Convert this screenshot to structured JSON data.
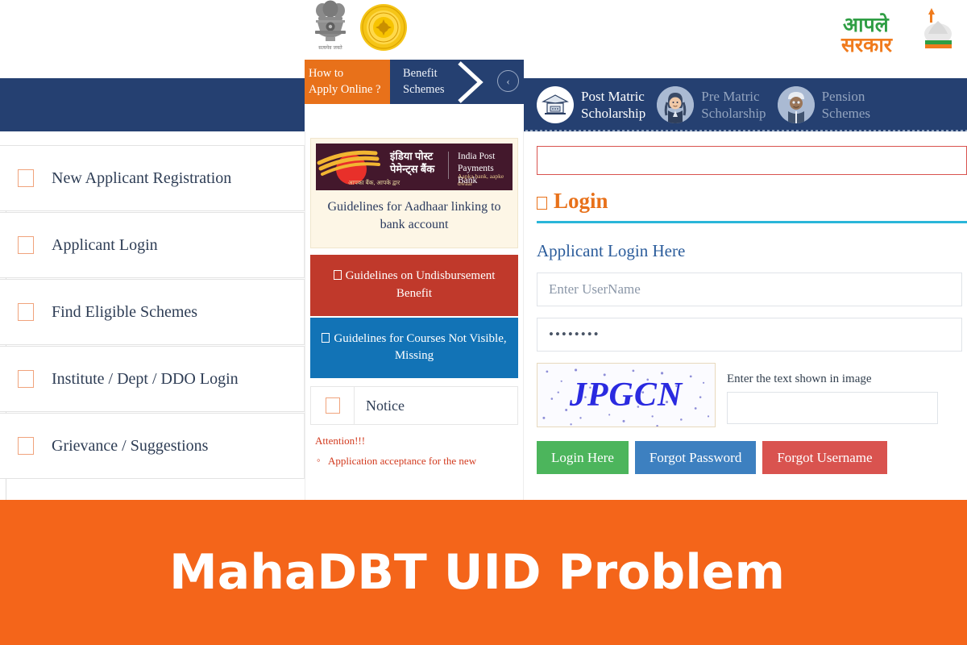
{
  "header": {
    "emblem_national": "ashoka-lion-capital-emblem",
    "emblem_state": "maharashtra-state-seal",
    "logo": {
      "line1": "आपले",
      "line2": "सरकार",
      "name": "aaple-sarkar-logo"
    }
  },
  "ribbon": {
    "tabs": [
      {
        "line1": "How to",
        "line2": "Apply Online ?",
        "style": "orange"
      },
      {
        "line1": "Benefit",
        "line2": "Schemes",
        "style": "navy"
      }
    ],
    "next_arrow_icon": "chevron-right-icon",
    "prev_control_icon": "chevron-left-circle-icon",
    "prev_control_glyph": "‹"
  },
  "categories": [
    {
      "label_line1": "Post Matric",
      "label_line2": "Scholarship",
      "icon": "graduation-institute-icon",
      "active": true
    },
    {
      "label_line1": "Pre Matric",
      "label_line2": "Scholarship",
      "icon": "schoolgirl-avatar-icon",
      "active": false
    },
    {
      "label_line1": "Pension",
      "label_line2": "Schemes",
      "icon": "elderly-person-avatar-icon",
      "active": false
    }
  ],
  "sidebar": {
    "items": [
      {
        "label": "New Applicant Registration"
      },
      {
        "label": "Applicant Login"
      },
      {
        "label": "Find Eligible Schemes"
      },
      {
        "label": "Institute / Dept / DDO Login"
      },
      {
        "label": "Grievance / Suggestions"
      }
    ]
  },
  "center": {
    "ippb": {
      "hindi_line1": "इंडिया पोस्ट",
      "hindi_line2": "पेमेन्ट्स बैंक",
      "hindi_tagline": "आपका बैंक, आपके द्वार",
      "eng_line1": "India Post",
      "eng_line2": "Payments Bank",
      "eng_tagline": "Aapka bank, aapke dwaar",
      "caption": "Guidelines for Aadhaar linking to bank account"
    },
    "card_red": "Guidelines on Undisbursement Benefit",
    "card_blue": "Guidelines for Courses Not Visible, Missing",
    "notice": {
      "title": "Notice",
      "attention": "Attention!!!",
      "bullet": "Application acceptance for the new"
    }
  },
  "login": {
    "heading": "Login",
    "subheading": "Applicant Login Here",
    "username_placeholder": "Enter UserName",
    "password_value": "••••••••",
    "captcha_text": "JPGCN",
    "captcha_label": "Enter the text shown in image",
    "captcha_input_value": "",
    "buttons": [
      {
        "label": "Login Here",
        "style": "green"
      },
      {
        "label": "Forgot Password",
        "style": "blue"
      },
      {
        "label": "Forgot Username",
        "style": "red"
      }
    ]
  },
  "banner": {
    "title": "MahaDBT UID Problem"
  },
  "colors": {
    "navy": "#254071",
    "orange": "#e8711a",
    "banner_orange": "#f4651a",
    "cyan": "#2ab6d9",
    "red_card": "#c0392b",
    "blue_card": "#1273b6",
    "green_btn": "#4cb55c",
    "blue_btn": "#3d80c0",
    "red_btn": "#d9534f",
    "captcha_blue": "#2a2ae0"
  }
}
